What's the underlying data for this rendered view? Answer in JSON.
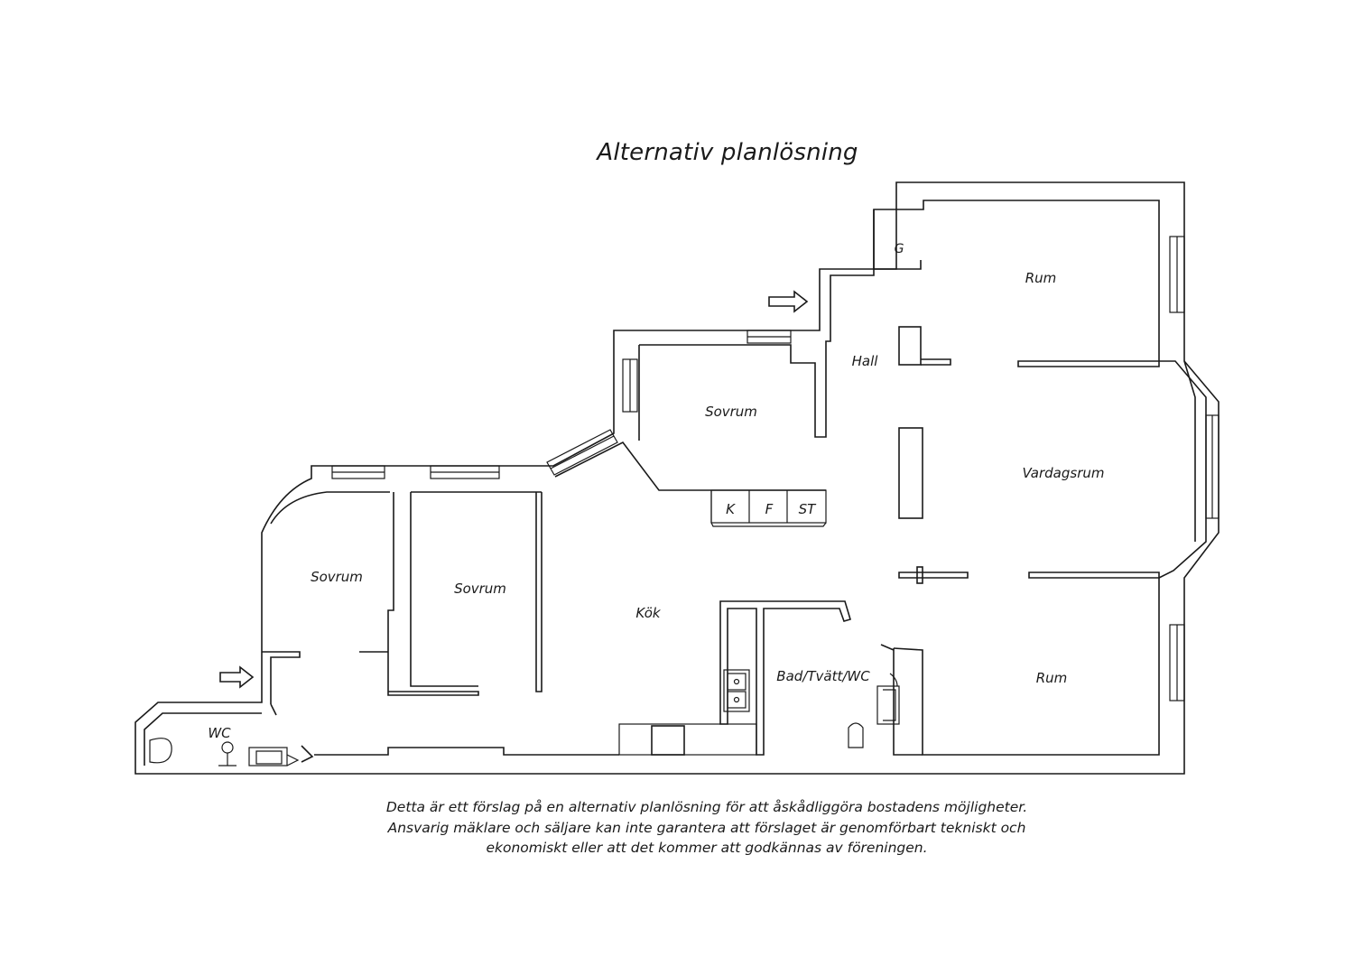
{
  "title": "Alternativ planlösning",
  "rooms": {
    "g": "G",
    "rum_top": "Rum",
    "hall": "Hall",
    "sovrum_mid": "Sovrum",
    "vardagsrum": "Vardagsrum",
    "k": "K",
    "f": "F",
    "st": "ST",
    "sovrum_left": "Sovrum",
    "sovrum_center": "Sovrum",
    "kok": "Kök",
    "bad": "Bad/Tvätt/WC",
    "rum_bottom": "Rum",
    "wc": "WC"
  },
  "disclaimer": [
    "Detta är ett förslag på en alternativ planlösning för att åskådliggöra bostadens möjligheter.",
    "Ansvarig mäklare och säljare kan inte garantera att förslaget är genomförbart tekniskt och",
    "ekonomiskt eller att det kommer att godkännas av föreningen."
  ]
}
